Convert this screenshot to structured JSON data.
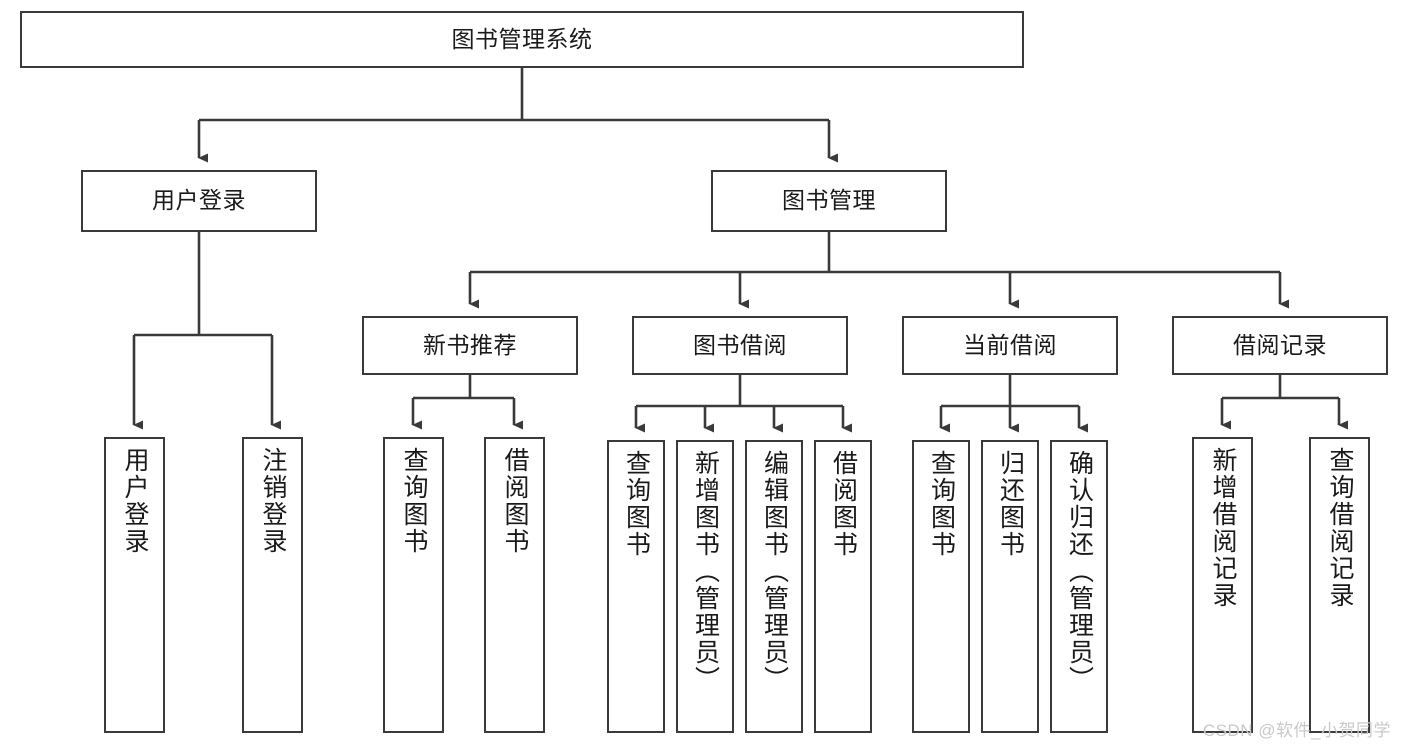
{
  "diagram": {
    "title": "图书管理系统",
    "type": "tree-hierarchy",
    "colors": {
      "node_border": "#3a3a3a",
      "node_fill": "#ffffff",
      "edge": "#3a3a3a",
      "text": "#1a1a1a",
      "watermark": "#c9c9c9",
      "background": "#ffffff"
    },
    "root": {
      "label": "图书管理系统"
    },
    "level2": [
      {
        "id": "user-login",
        "label": "用户登录"
      },
      {
        "id": "book-management",
        "label": "图书管理"
      }
    ],
    "level3": [
      {
        "id": "new-book-recommend",
        "label": "新书推荐"
      },
      {
        "id": "book-borrow",
        "label": "图书借阅"
      },
      {
        "id": "current-borrow",
        "label": "当前借阅"
      },
      {
        "id": "borrow-record",
        "label": "借阅记录"
      }
    ],
    "leaves": {
      "user_login": [
        {
          "id": "leaf-user-login",
          "label": "用户登录"
        },
        {
          "id": "leaf-logout-login",
          "label": "注销登录"
        }
      ],
      "new_book_recommend": [
        {
          "id": "leaf-query-book-1",
          "label": "查询图书"
        },
        {
          "id": "leaf-borrow-book-1",
          "label": "借阅图书"
        }
      ],
      "book_borrow": [
        {
          "id": "leaf-query-book-2",
          "label": "查询图书"
        },
        {
          "id": "leaf-add-book",
          "label": "新增图书（管理员）"
        },
        {
          "id": "leaf-edit-book",
          "label": "编辑图书（管理员）"
        },
        {
          "id": "leaf-borrow-book-2",
          "label": "借阅图书"
        }
      ],
      "current_borrow": [
        {
          "id": "leaf-query-book-3",
          "label": "查询图书"
        },
        {
          "id": "leaf-return-book",
          "label": "归还图书"
        },
        {
          "id": "leaf-confirm-return",
          "label": "确认归还（管理员）"
        }
      ],
      "borrow_record": [
        {
          "id": "leaf-add-record",
          "label": "新增借阅记录"
        },
        {
          "id": "leaf-query-record",
          "label": "查询借阅记录"
        }
      ]
    },
    "watermark": "CSDN @软件_小贺同学"
  }
}
